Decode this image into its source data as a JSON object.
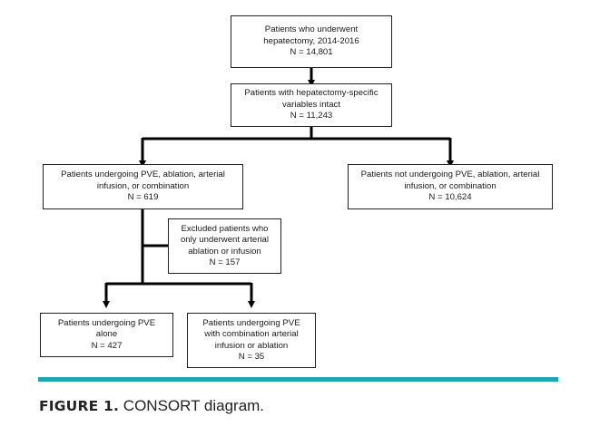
{
  "boxes": {
    "total": {
      "line1": "Patients who underwent",
      "line2": "hepatectomy, 2014-2016",
      "line3": "N = 14,801"
    },
    "intact": {
      "line1": "Patients with hepatectomy-specific",
      "line2": "variables intact",
      "line3": "N = 11,243"
    },
    "undergoing": {
      "line1": "Patients undergoing PVE, ablation, arterial",
      "line2": "infusion, or combination",
      "line3": "N = 619"
    },
    "not_undergoing": {
      "line1": "Patients not undergoing PVE, ablation, arterial",
      "line2": "infusion, or combination",
      "line3": "N = 10,624"
    },
    "excluded": {
      "line1": "Excluded patients who",
      "line2": "only underwent arterial",
      "line3": "ablation or infusion",
      "line4": "N = 157"
    },
    "pve_alone": {
      "line1": "Patients undergoing PVE",
      "line2": "alone",
      "line3": "N = 427"
    },
    "pve_combo": {
      "line1": "Patients undergoing PVE",
      "line2": "with combination arterial",
      "line3": "infusion or ablation",
      "line4": "N = 35"
    }
  },
  "caption": {
    "label": "FIGURE 1.",
    "text": " CONSORT diagram."
  },
  "colors": {
    "accent": "#1ba6b0",
    "line": "#000000"
  }
}
